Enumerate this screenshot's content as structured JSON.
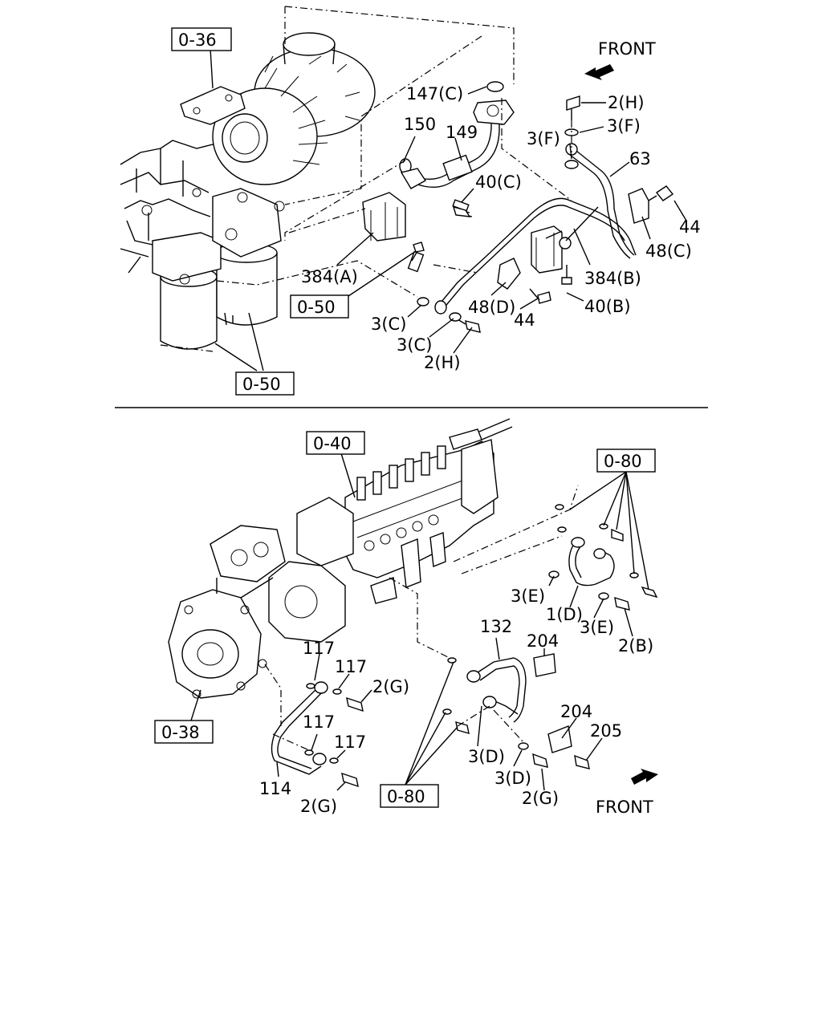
{
  "top_section": {
    "ref_0_36": "0-36",
    "ref_0_50_a": "0-50",
    "ref_0_50_b": "0-50",
    "front": "FRONT",
    "labels": {
      "l147c": "147(C)",
      "l150": "150",
      "l149": "149",
      "l2h_top": "2(H)",
      "l3f_a": "3(F)",
      "l3f_b": "3(F)",
      "l63": "63",
      "l40c": "40(C)",
      "l44_a": "44",
      "l48c": "48(C)",
      "l384a": "384(A)",
      "l384b": "384(B)",
      "l40b": "40(B)",
      "l48d": "48(D)",
      "l44_b": "44",
      "l3c_a": "3(C)",
      "l3c_b": "3(C)",
      "l2h_bot": "2(H)"
    }
  },
  "bottom_section": {
    "ref_0_40": "0-40",
    "ref_0_80_a": "0-80",
    "ref_0_80_b": "0-80",
    "ref_0_38": "0-38",
    "front": "FRONT",
    "labels": {
      "l3e_a": "3(E)",
      "l1d": "1(D)",
      "l3e_b": "3(E)",
      "l2b": "2(B)",
      "l132": "132",
      "l204_a": "204",
      "l204_b": "204",
      "l205": "205",
      "l117_a": "117",
      "l117_b": "117",
      "l117_c": "117",
      "l117_d": "117",
      "l2g_a": "2(G)",
      "l2g_b": "2(G)",
      "l2g_c": "2(G)",
      "l114": "114",
      "l3d_a": "3(D)",
      "l3d_b": "3(D)"
    }
  }
}
